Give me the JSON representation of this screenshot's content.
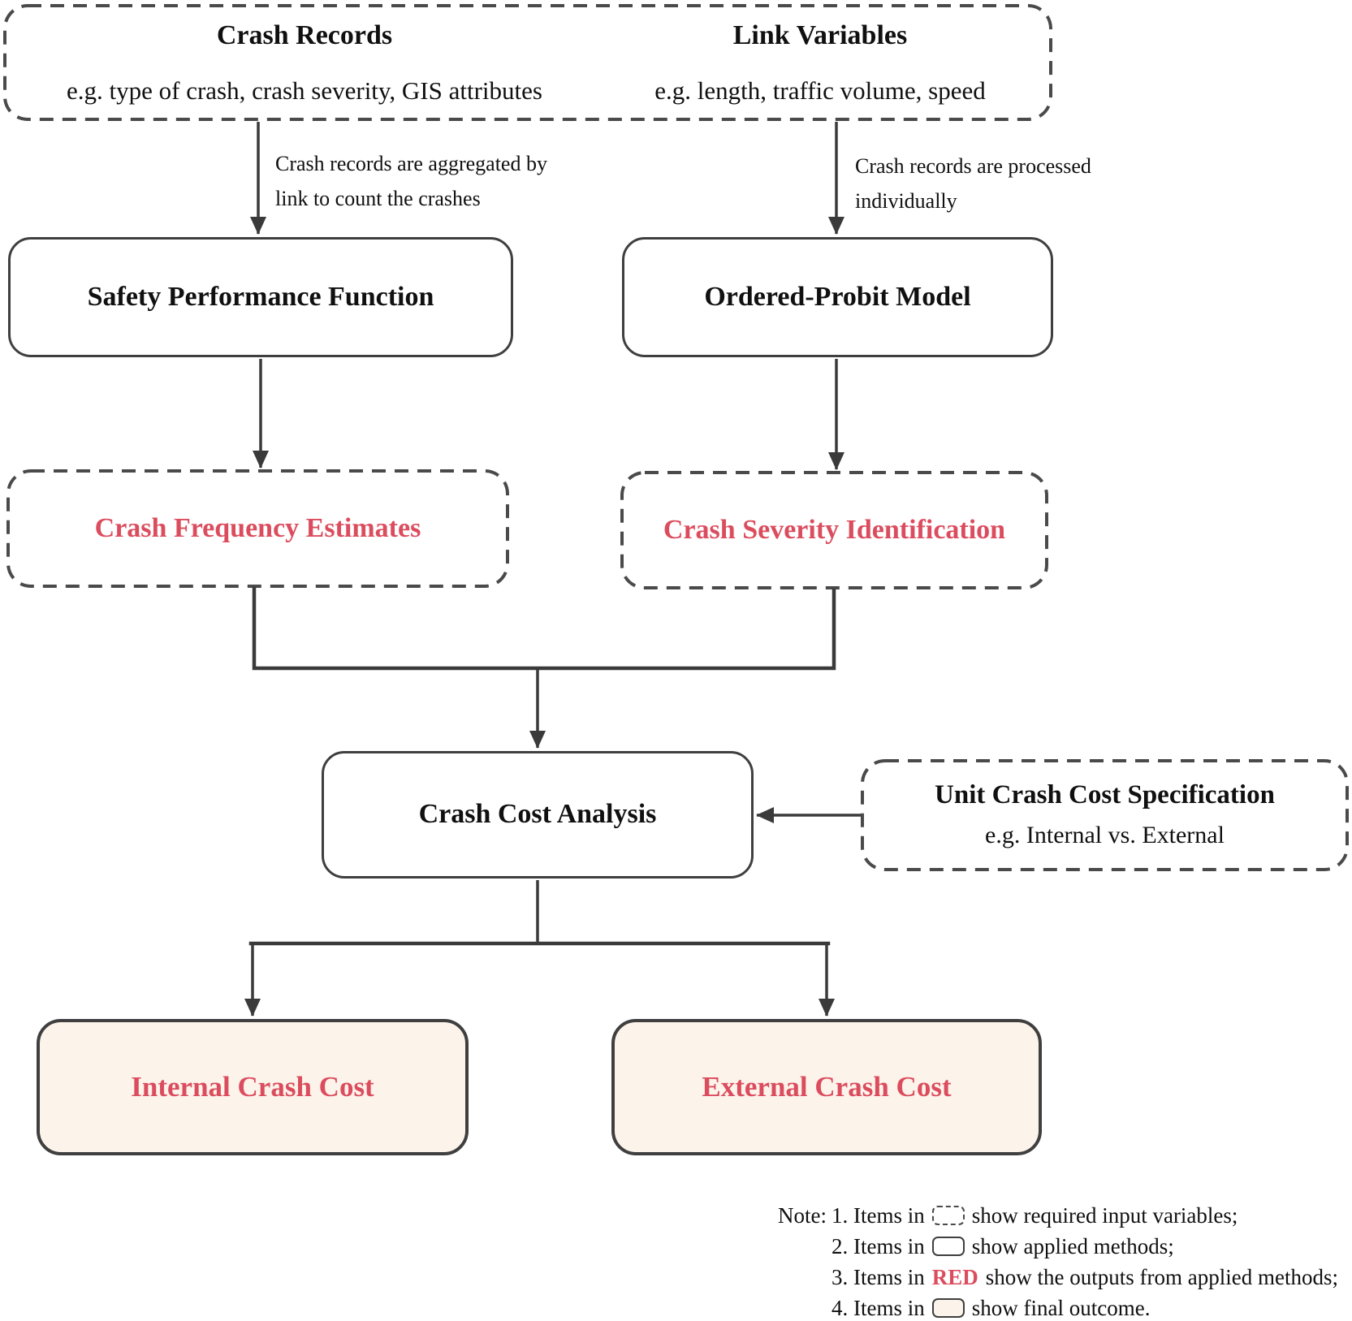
{
  "palette": {
    "line_color": "#3a3a3a",
    "solid_border": "#3f3f3f",
    "dashed_border": "#4a4a4a",
    "accent_red": "#db4d5e",
    "outcome_fill": "#fcf3ea"
  },
  "inputs_box": {
    "crash_records": {
      "title": "Crash Records",
      "subtitle": "e.g. type of crash, crash severity, GIS attributes"
    },
    "link_variables": {
      "title": "Link Variables",
      "subtitle": "e.g. length, traffic volume, speed"
    }
  },
  "annotations": {
    "left": {
      "lines": [
        "Crash records are aggregated by",
        "link to count the crashes"
      ]
    },
    "right": {
      "lines": [
        "Crash records are processed",
        "individually"
      ]
    }
  },
  "methods": {
    "safety_performance_function": "Safety Performance Function",
    "ordered_probit_model": "Ordered-Probit Model",
    "crash_cost_analysis": "Crash Cost Analysis"
  },
  "outputs": {
    "crash_frequency_estimates": "Crash Frequency Estimates",
    "crash_severity_identification": "Crash Severity Identification"
  },
  "unit_cost_box": {
    "title": "Unit Crash Cost Specification",
    "subtitle": "e.g. Internal vs. External"
  },
  "outcomes": {
    "internal": "Internal Crash Cost",
    "external": "External Crash Cost"
  },
  "note": {
    "prefix": "Note:",
    "lines": [
      {
        "pre": "1. Items in",
        "icon": "dashed-box-icon",
        "post": "show required input variables;"
      },
      {
        "pre": "2. Items in",
        "icon": "solid-box-icon",
        "post": "show applied methods;"
      },
      {
        "pre": "3. Items in",
        "highlight": "RED",
        "post": "show the outputs from applied methods;"
      },
      {
        "pre": "4. Items in",
        "icon": "filled-box-icon",
        "post": "show final outcome."
      }
    ]
  }
}
